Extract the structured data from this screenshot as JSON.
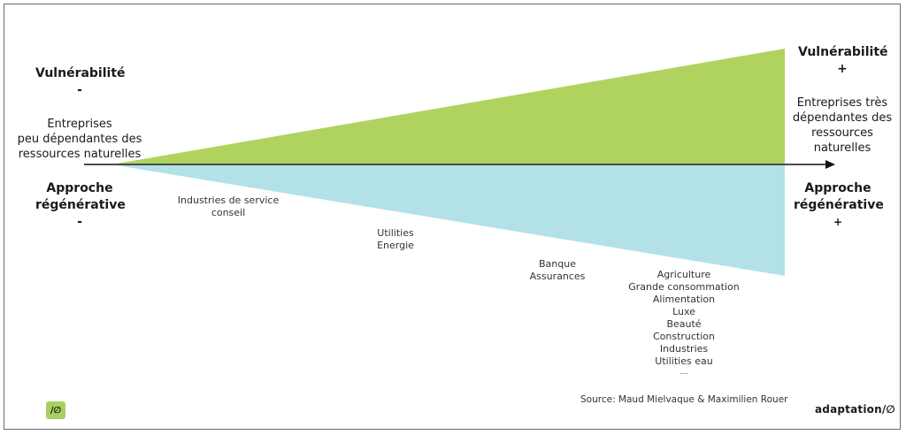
{
  "left": {
    "vuln_title": "Vulnérabilité",
    "vuln_sign": "-",
    "description": [
      "Entreprises",
      "peu dépendantes des",
      "ressources naturelles"
    ],
    "regen_title": [
      "Approche",
      "régénérative"
    ],
    "regen_sign": "-"
  },
  "right": {
    "vuln_title": "Vulnérabilité",
    "vuln_sign": "+",
    "description": [
      "Entreprises très",
      "dépendantes des",
      "ressources",
      "naturelles"
    ],
    "regen_title": [
      "Approche",
      "régénérative"
    ],
    "regen_sign": "+"
  },
  "sectors": {
    "group1": [
      "Industries de service",
      "conseil"
    ],
    "group2": [
      "Utilities",
      "Energie"
    ],
    "group3": [
      "Banque",
      "Assurances"
    ],
    "group4": [
      "Agriculture",
      "Grande consommation",
      "Alimentation",
      "Luxe",
      "Beauté",
      "Construction",
      "Industries",
      "Utilities eau",
      "...."
    ]
  },
  "colors": {
    "green": "#b0d35f",
    "blue": "#b2e2e8",
    "axis": "#111111"
  },
  "footer": {
    "logo_mark": "/∅",
    "source": "Source: Maud Mielvaque & Maximilien Rouer",
    "brand": "adaptation/∅"
  }
}
